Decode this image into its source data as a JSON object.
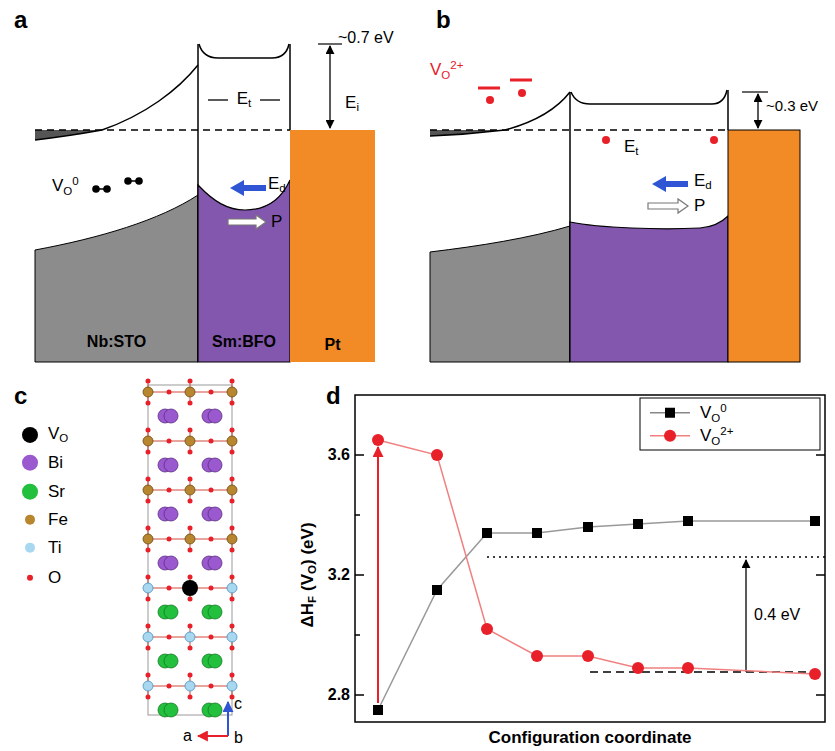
{
  "diagram": {
    "nodes": [
      {
        "text": [
          "Nb:STO"
        ]
      },
      {
        "text": [
          "Sm:BFO"
        ]
      },
      {
        "text": [
          "Pt"
        ]
      }
    ],
    "labels": [
      "a",
      "~0.7 eV",
      "E",
      "t",
      "E",
      "i",
      "V",
      "O",
      "0",
      "E",
      "d",
      "P",
      "b",
      "V",
      "O",
      "2+",
      "E",
      "t",
      "~0.3 eV",
      "E",
      "d",
      "P",
      "c",
      "c",
      "a",
      "b",
      "d",
      "ΔH",
      "F",
      "(V",
      "O",
      ") (eV)",
      "3.6",
      "3.2",
      "2.8",
      "Configuration coordinate",
      "0.4 eV",
      "O",
      "O",
      "0",
      "O",
      "2+"
    ],
    "legend": [
      {
        "text": "V",
        "color": "#000000"
      },
      {
        "text": "Bi",
        "color": "#9b59d0"
      },
      {
        "text": "Sr",
        "color": "#22c03c"
      },
      {
        "text": "Fe",
        "color": "#b8862f"
      },
      {
        "text": "Ti",
        "color": "#a8d8f0"
      },
      {
        "text": "O",
        "color": "#e8202a"
      },
      {
        "text": "V"
      },
      {
        "text": "V"
      }
    ]
  }
}
